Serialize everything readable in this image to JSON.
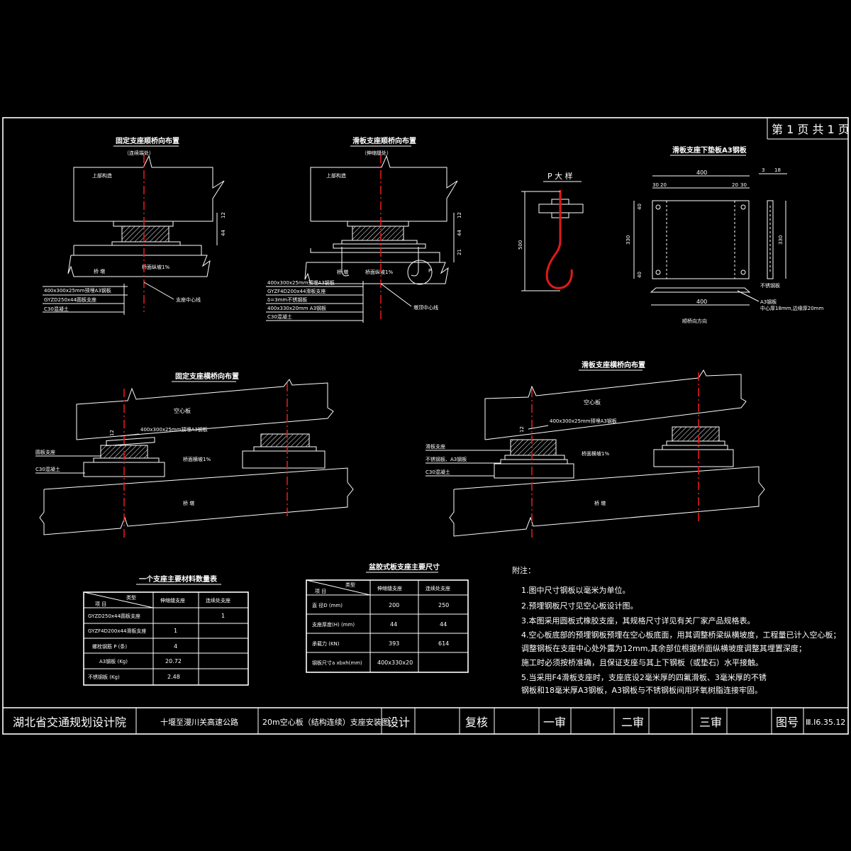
{
  "sheet": {
    "page_label": "第 1 页   共 1 页"
  },
  "top_left": {
    "title": "固定支座顺桥向布置",
    "subtitle": "（连续端处）",
    "superstructure": "上部构造",
    "pier": "桥  墩",
    "slope": "桥面纵坡1%",
    "labels": [
      "400x300x25mm预埋A3钢板",
      "GYZD250x44圆板支座",
      "C30混凝土"
    ],
    "centerline": "支座中心线",
    "dim_12": "12",
    "dim_44": "44"
  },
  "top_mid": {
    "title": "滑板支座顺桥向布置",
    "subtitle": "（伸缩缝处）",
    "superstructure": "上部构造",
    "pier": "桥  墩",
    "slope": "桥面纵坡1%",
    "labels": [
      "400x300x25mm预埋A3钢板",
      "GYZF4D200x44滑板支座",
      "δ=3mm不锈钢板",
      "400x330x20mm A3钢板",
      "C30混凝土"
    ],
    "centerline": "墩顶中心线",
    "p_label": "P",
    "dim_12": "12",
    "dim_44": "44",
    "dim_21": "21"
  },
  "hook": {
    "title": "P 大 样",
    "dim_500": "500"
  },
  "plate": {
    "title": "滑板支座下垫板A3钢板",
    "dim_400_top": "400",
    "dim_400_bottom": "400",
    "dim_330_left": "330",
    "dim_330_right": "330",
    "dim_30": "30",
    "dim_20": "20",
    "dim_20b": "20",
    "dim_30b": "30",
    "dim_3": "3",
    "dim_18": "18",
    "dim_40a": "40",
    "dim_40b": "40",
    "steel_label": "不锈钢板",
    "a3_label": "A3钢板",
    "a3_note": "中心厚18mm,边缘厚20mm",
    "direction": "顺桥向方向"
  },
  "mid_left": {
    "title": "固定支座横桥向布置",
    "deck": "空心板",
    "plate_label": "400x300x25mm预埋A3钢板",
    "bearing": "圆板支座",
    "concrete": "C30混凝土",
    "slope": "桥面横坡1%",
    "pier": "桥  墩",
    "dim_12": "12"
  },
  "mid_right": {
    "title": "滑板支座横桥向布置",
    "deck": "空心板",
    "plate_label": "400x300x25mm预埋A3钢板",
    "labels": [
      "滑板支座",
      "不锈钢板、A3钢板",
      "C30混凝土"
    ],
    "slope": "桥面横坡1%",
    "pier": "桥  墩",
    "dim_12": "12"
  },
  "table1": {
    "title": "一个支座主要材料数量表",
    "header_corner_top": "类型",
    "header_corner_bottom": "项  目",
    "columns": [
      "伸缩缝支座",
      "连续处支座"
    ],
    "rows": [
      {
        "item": "GYZD250x44圆板支座",
        "c1": "",
        "c2": "1"
      },
      {
        "item": "GYZF4D200x44滑板支座",
        "c1": "1",
        "c2": ""
      },
      {
        "item": "螺栓钢筋 P   (条)",
        "c1": "4",
        "c2": ""
      },
      {
        "item": "A3钢板   (Kg)",
        "c1": "20.72",
        "c2": ""
      },
      {
        "item": "不锈钢板   (Kg)",
        "c1": "2.48",
        "c2": ""
      }
    ]
  },
  "table2": {
    "title": "盆胶式板支座主要尺寸",
    "header_corner_top": "类型",
    "header_corner_bottom": "项  目",
    "columns": [
      "伸缩缝支座",
      "连续处支座"
    ],
    "rows": [
      {
        "item": "直 径D      (mm)",
        "c1": "200",
        "c2": "250"
      },
      {
        "item": "支座厚度(H)   (mm)",
        "c1": "44",
        "c2": "44"
      },
      {
        "item": "承载力      (KN)",
        "c1": "393",
        "c2": "614"
      },
      {
        "item": "钢板尺寸a xbxh(mm)",
        "c1": "400x330x20",
        "c2": ""
      }
    ]
  },
  "notes": {
    "heading": "附注：",
    "lines": [
      "1.图中尺寸钢板以毫米为单位。",
      "2.预埋钢板尺寸见空心板设计图。",
      "3.本图采用圆板式橡胶支座，其规格尺寸详见有关厂家产品规格表。",
      "4.空心板底部的预埋钢板预埋在空心板底面，用其调整桥梁纵横坡度，工程量已计入空心板；",
      "   调整钢板在支座中心处外露为12mm,其余部位根据桥面纵横坡度调整其埋置深度；",
      "   施工时必须按桥准确，且保证支座与其上下钢板（或垫石）水平接触。",
      "5.当采用F4滑板支座时，支座底设2毫米厚的四氟滑板、3毫米厚的不锈",
      "   钢板和18毫米厚A3钢板，A3钢板与不锈钢板间用环氧树脂连接牢固。"
    ]
  },
  "title_block": {
    "institute": "湖北省交通规划设计院",
    "project": "十堰至漫川关高速公路",
    "drawing": "20m空心板（结构连续）支座安装图",
    "design": "设计",
    "review": "复核",
    "audit1": "一审",
    "audit2": "二审",
    "audit3": "三审",
    "drawing_no_label": "图号",
    "drawing_no": "Ⅲ.Ⅰ6.35.12"
  }
}
